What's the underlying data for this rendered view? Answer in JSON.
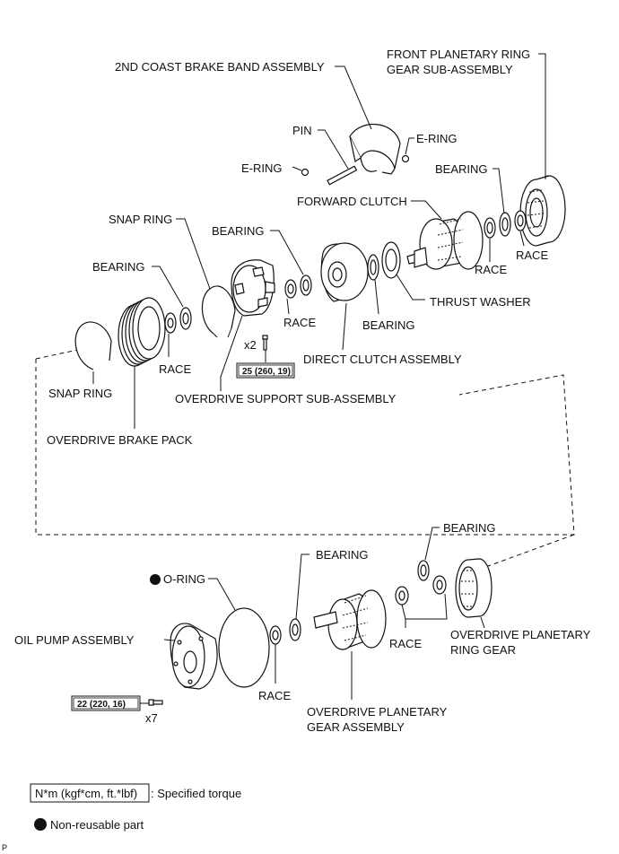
{
  "labels": {
    "front_planetary_ring_gear_1": "FRONT PLANETARY RING",
    "front_planetary_ring_gear_2": "GEAR SUB-ASSEMBLY",
    "coast_brake_band": "2ND COAST BRAKE BAND ASSEMBLY",
    "pin": "PIN",
    "e_ring_right": "E-RING",
    "e_ring_left": "E-RING",
    "bearing_top_right": "BEARING",
    "forward_clutch": "FORWARD CLUTCH",
    "snap_ring_upper": "SNAP RING",
    "bearing_upper_mid": "BEARING",
    "bearing_upper_left": "BEARING",
    "race_right_1": "RACE",
    "race_right_2": "RACE",
    "thrust_washer": "THRUST WASHER",
    "race_mid": "RACE",
    "bearing_mid": "BEARING",
    "race_left": "RACE",
    "x2": "x2",
    "direct_clutch": "DIRECT CLUTCH ASSEMBLY",
    "snap_ring_lower": "SNAP RING",
    "overdrive_support": "OVERDRIVE SUPPORT SUB-ASSEMBLY",
    "overdrive_brake_pack": "OVERDRIVE BRAKE PACK",
    "bearing_lower_right": "BEARING",
    "o_ring": "O-RING",
    "bearing_lower_mid": "BEARING",
    "oil_pump": "OIL PUMP ASSEMBLY",
    "race_lower_right": "RACE",
    "od_planetary_ring_gear_1": "OVERDRIVE PLANETARY",
    "od_planetary_ring_gear_2": "RING GEAR",
    "x7": "x7",
    "race_lower_mid": "RACE",
    "od_planetary_gear_1": "OVERDRIVE PLANETARY",
    "od_planetary_gear_2": "GEAR ASSEMBLY"
  },
  "torque": {
    "support_bolt": "25 (260, 19)",
    "pump_bolt": "22 (220, 16)"
  },
  "legend": {
    "torque_box": "N*m (kgf*cm, ft.*lbf)",
    "torque_desc": ": Specified torque",
    "non_reusable": "Non-reusable part"
  },
  "footer": {
    "code": "P"
  }
}
